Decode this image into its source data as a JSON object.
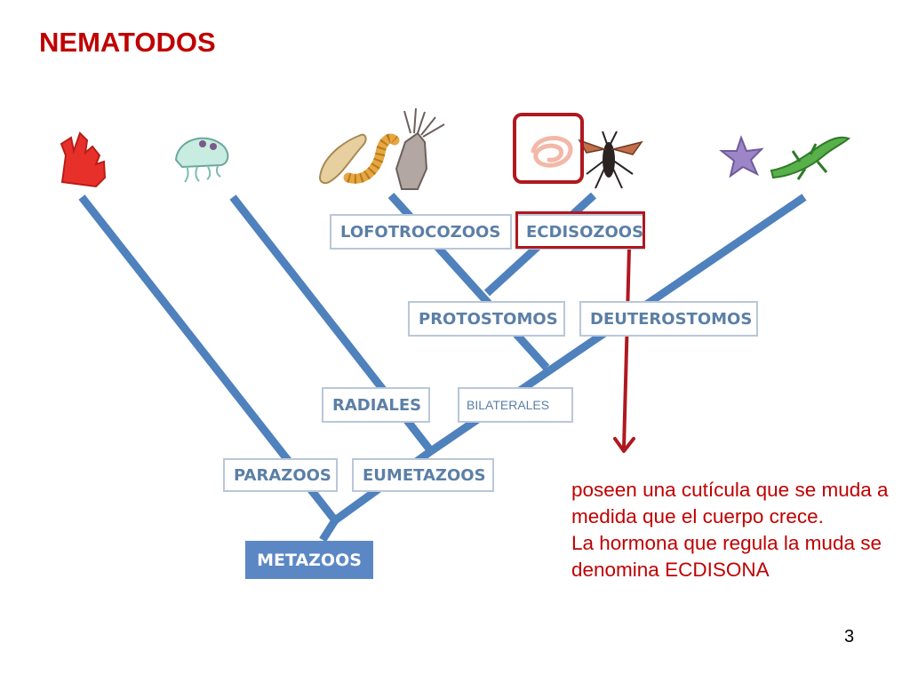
{
  "slide": {
    "title": "NEMATODOS",
    "page_number": "3"
  },
  "tree": {
    "nodes": {
      "lofotrocozoos": "LOFOTROCOZOOS",
      "ecdisozoos": "ECDISOZOOS",
      "protostomos": "PROTOSTOMOS",
      "deuterostomos": "DEUTEROSTOMOS",
      "radiales": "RADIALES",
      "bilaterales": "BILATERALES",
      "parazoos": "PARAZOOS",
      "eumetazoos": "EUMETAZOOS",
      "metazoos": "METAZOOS"
    },
    "animals": [
      "coral-sponge",
      "jellyfish",
      "flatworm",
      "segmented-worm",
      "squid",
      "nematode",
      "insect",
      "starfish",
      "lizard"
    ],
    "highlighted_group": "ECDISOZOOS",
    "branch_color": "#4f81bd",
    "highlight_color": "#b01820"
  },
  "note": {
    "line1": "poseen una cutícula que se muda a medida que el cuerpo crece.",
    "line2": "La hormona que regula la muda se denomina ECDISONA",
    "color": "#c00000"
  }
}
